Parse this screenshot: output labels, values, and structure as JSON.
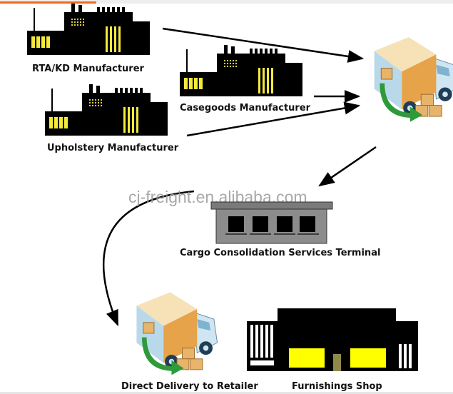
{
  "labels": {
    "rta": "RTA/KD Manufacturer",
    "casegoods": "Casegoods Manufacturer",
    "upholstery": "Upholstery Manufacturer",
    "terminal": "Cargo Consolidation Services Terminal",
    "shop": "Furnishings Shop",
    "direct": "Direct Delivery to Retailer"
  },
  "watermark": "cj-freight.en.alibaba.com",
  "colors": {
    "window": "#f4ea3a",
    "accent": "#f06a1e",
    "box": "#e8a64a",
    "truck": "#cfe6f2",
    "arrow_green": "#2e9a3a",
    "terminal": "#8c8c8c"
  }
}
